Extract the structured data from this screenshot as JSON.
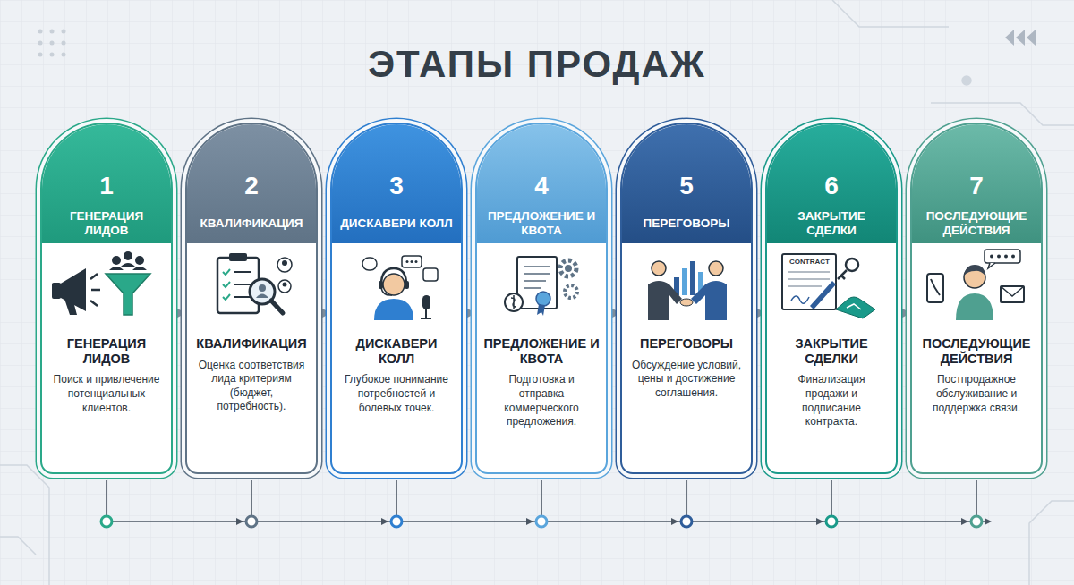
{
  "diagram": {
    "title": "ЭТАПЫ ПРОДАЖ",
    "nodes": [
      {
        "text": [
          "1",
          "ГЕНЕРАЦИЯ ЛИДОВ",
          "ГЕНЕРАЦИЯ ЛИДОВ",
          "Поиск и привлечение потенциальных клиентов."
        ]
      },
      {
        "text": [
          "2",
          "КВАЛИФИКАЦИЯ",
          "КВАЛИФИКАЦИЯ",
          "Оценка соответствия лида критериям (бюджет, потребность)."
        ]
      },
      {
        "text": [
          "3",
          "ДИСКАВЕРИ КОЛЛ",
          "ДИСКАВЕРИ КОЛЛ",
          "Глубокое понимание потребностей и болевых точек."
        ]
      },
      {
        "text": [
          "4",
          "ПРЕДЛОЖЕНИЕ И КВОТА",
          "ПРЕДЛОЖЕНИЕ И КВОТА",
          "Подготовка и отправка коммерческого предложения."
        ]
      },
      {
        "text": [
          "5",
          "ПЕРЕГОВОРЫ",
          "ПЕРЕГОВОРЫ",
          "Обсуждение условий, цены и достижение соглашения."
        ]
      },
      {
        "text": [
          "6",
          "ЗАКРЫТИЕ СДЕЛКИ",
          "ЗАКРЫТИЕ СДЕЛКИ",
          "Финализация продажи и подписание контракта."
        ]
      },
      {
        "text": [
          "7",
          "ПОСЛЕДУЮЩИЕ ДЕЙСТВИЯ",
          "ПОСЛЕДУЮЩИЕ ДЕЙСТВИЯ",
          "Постпродажное обслуживание и поддержка связи."
        ]
      }
    ],
    "edges": [
      {
        "from": 0,
        "to": 1,
        "arrow": "to"
      },
      {
        "from": 1,
        "to": 2,
        "arrow": "to"
      },
      {
        "from": 2,
        "to": 3,
        "arrow": "to"
      },
      {
        "from": 3,
        "to": 4,
        "arrow": "to"
      },
      {
        "from": 4,
        "to": 5,
        "arrow": "to"
      },
      {
        "from": 5,
        "to": 6,
        "arrow": "to"
      }
    ],
    "labels": [
      "CONTRACT"
    ]
  }
}
